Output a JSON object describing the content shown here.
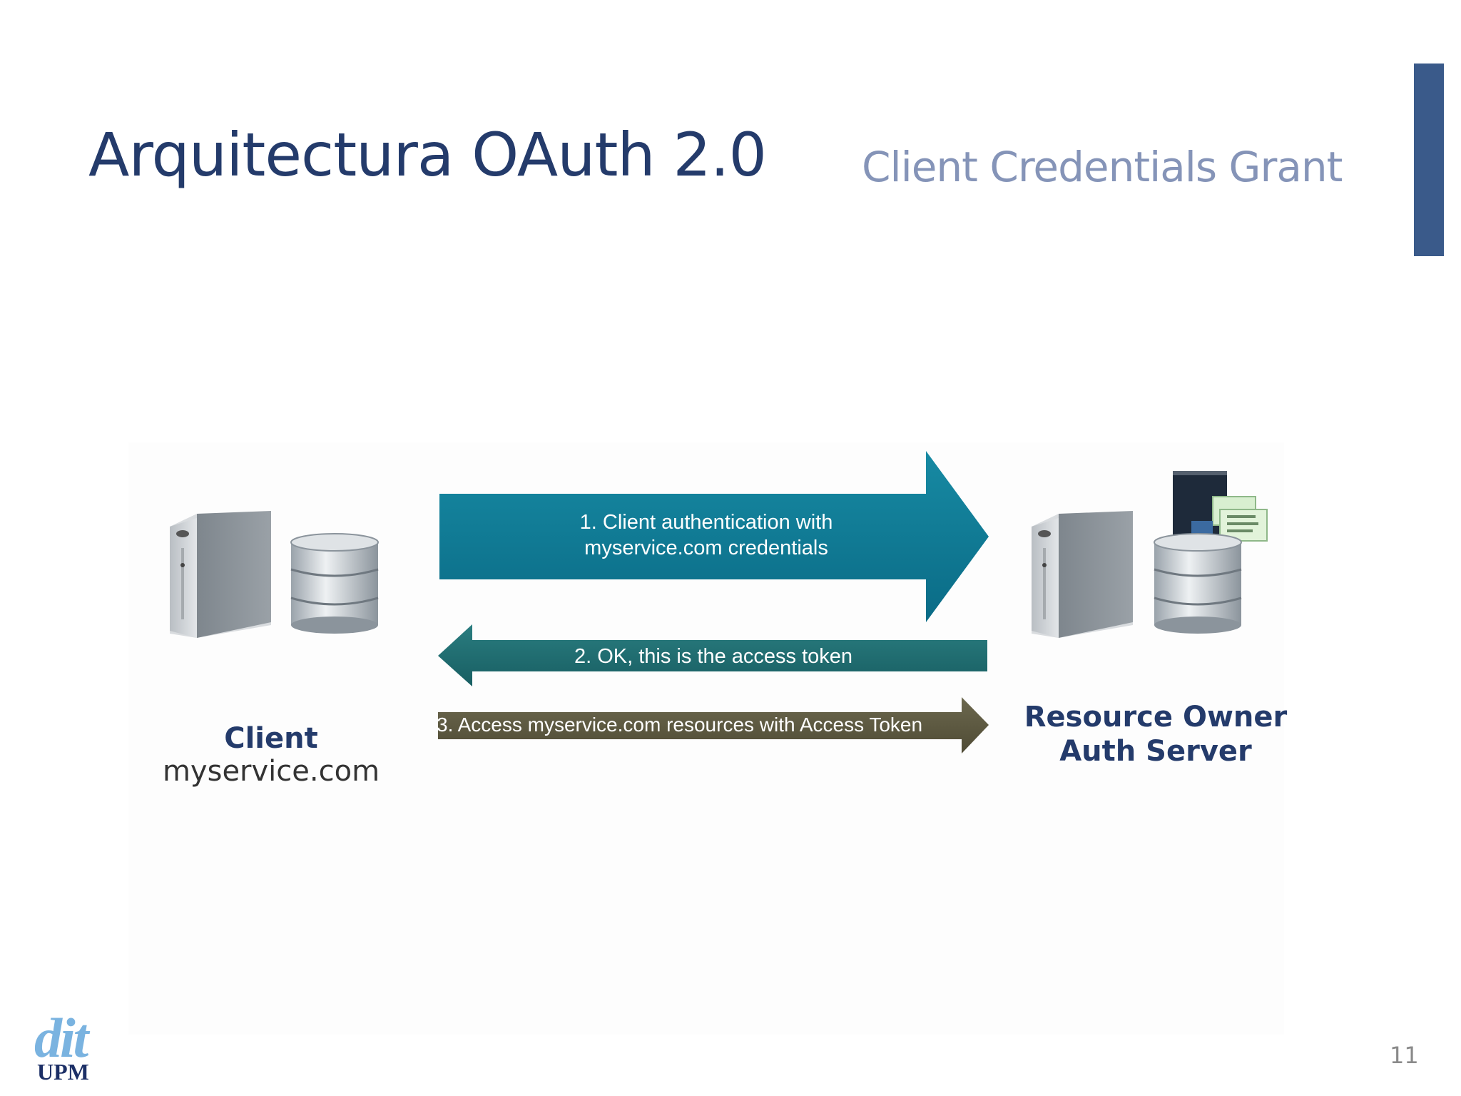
{
  "slide": {
    "title": "Arquitectura OAuth 2.0",
    "subtitle": "Client Credentials Grant",
    "page_number": "11"
  },
  "diagram": {
    "arrows": [
      {
        "line1": "1. Client authentication with",
        "line2": "myservice.com credentials",
        "color": "#0e7490"
      },
      {
        "label": "2. OK, this is the access token",
        "color": "#1f6b70"
      },
      {
        "label": "3. Access myservice.com resources with Access Token",
        "color": "#5e5a42"
      }
    ],
    "client": {
      "name": "Client",
      "host": "myservice.com"
    },
    "resource_owner": {
      "line1": "Resource Owner",
      "line2": "Auth Server"
    },
    "icons": [
      "server-tower-icon",
      "database-icon",
      "document-folder-icon"
    ]
  },
  "logo": {
    "top": "dit",
    "bottom": "UPM"
  },
  "colors": {
    "title": "#243b6b",
    "subtitle": "#8594b8",
    "accent_bar": "#3a5a8a"
  }
}
